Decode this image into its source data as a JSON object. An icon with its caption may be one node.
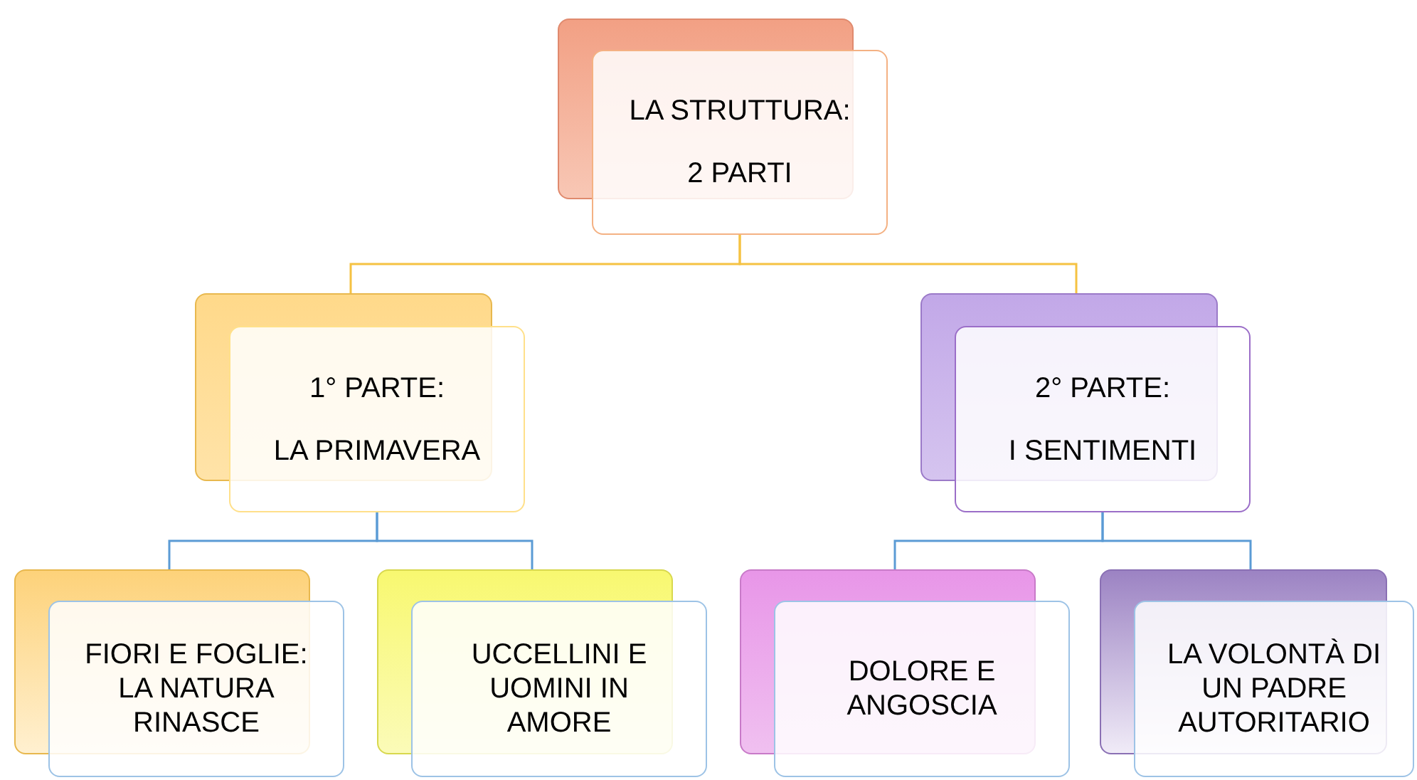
{
  "diagram": {
    "nodes": [
      {
        "text": [
          "LA STRUTTURA:",
          "2 PARTI"
        ]
      },
      {
        "text": [
          "1° PARTE:",
          "LA PRIMAVERA"
        ]
      },
      {
        "text": [
          "2° PARTE:",
          "I SENTIMENTI"
        ]
      },
      {
        "text": [
          "FIORI E FOGLIE: LA NATURA RINASCE"
        ]
      },
      {
        "text": [
          "UCCELLINI E UOMINI IN AMORE"
        ]
      },
      {
        "text": [
          "DOLORE E ANGOSCIA"
        ]
      },
      {
        "text": [
          "LA VOLONTÀ DI UN PADRE AUTORITARIO"
        ]
      }
    ],
    "edges": [
      {
        "from": 0,
        "to": 1,
        "arrow": "none",
        "color": "#f5c242"
      },
      {
        "from": 0,
        "to": 2,
        "arrow": "none",
        "color": "#f5c242"
      },
      {
        "from": 1,
        "to": 3,
        "arrow": "none"
      },
      {
        "from": 1,
        "to": 4,
        "arrow": "none"
      },
      {
        "from": 2,
        "to": 5,
        "arrow": "none"
      },
      {
        "from": 2,
        "to": 6,
        "arrow": "none"
      }
    ]
  }
}
